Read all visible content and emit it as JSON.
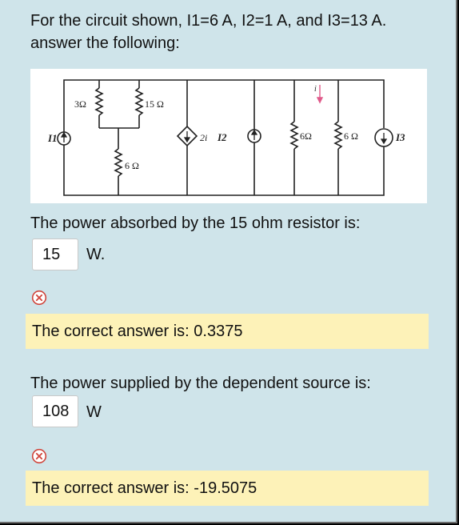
{
  "question": {
    "line1": "For the circuit shown, I1=6 A, I2=1 A, and I3=13 A.",
    "line2": "answer the following:"
  },
  "circuit": {
    "label_I1": "I1",
    "label_I2": "I2",
    "label_I3": "I3",
    "label_2i": "2i",
    "label_i": "i",
    "r_3": "3Ω",
    "r_15": "15 Ω",
    "r_6_bottom": "6 Ω",
    "r_6_middle": "6Ω",
    "r_6_right": "6 Ω"
  },
  "part1": {
    "prompt": "The power absorbed by the 15 ohm resistor is:",
    "value": "15",
    "unit": "W.",
    "status_icon": "wrong-icon",
    "feedback": "The correct answer is: 0.3375"
  },
  "part2": {
    "prompt": "The power supplied by the dependent source is:",
    "value": "108",
    "unit": "W",
    "status_icon": "wrong-icon",
    "feedback": "The correct answer is: -19.5075"
  },
  "colors": {
    "panel_bg": "#cfe4ea",
    "feedback_bg": "#fdf2b8",
    "wrong_red": "#d0453c",
    "current_arrow": "#e05a8a"
  }
}
